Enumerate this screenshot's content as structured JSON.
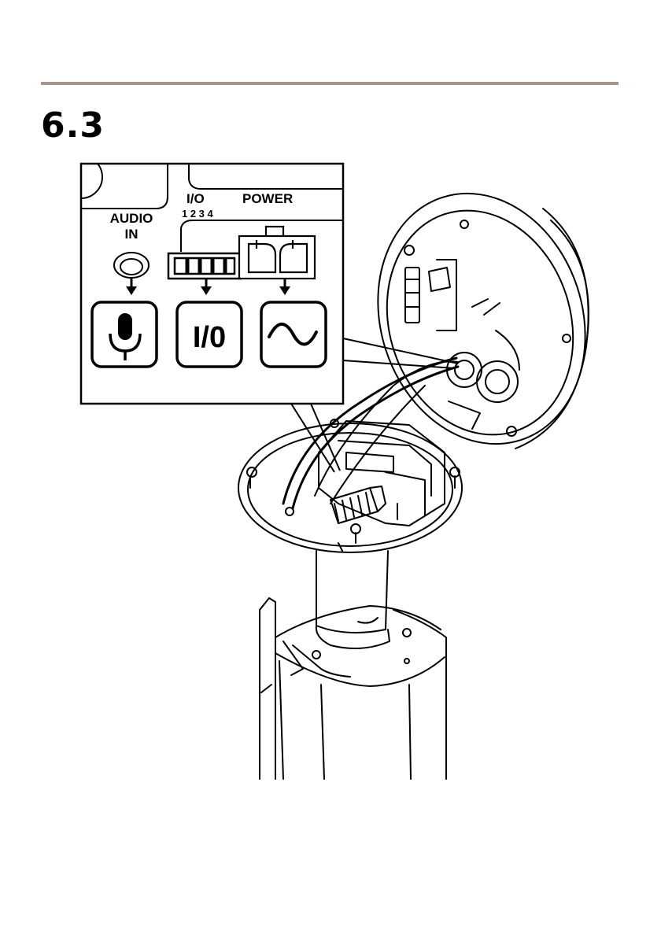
{
  "section": {
    "number": "6.3"
  },
  "callout": {
    "labels": {
      "audio_line1": "AUDIO",
      "audio_line2": "IN",
      "io": "I/O",
      "io_pins": "1 2 3 4",
      "power": "POWER"
    },
    "icons": [
      {
        "name": "microphone-icon",
        "text": ""
      },
      {
        "name": "io-icon",
        "text": "I/0"
      },
      {
        "name": "ac-power-icon",
        "text": ""
      }
    ]
  }
}
